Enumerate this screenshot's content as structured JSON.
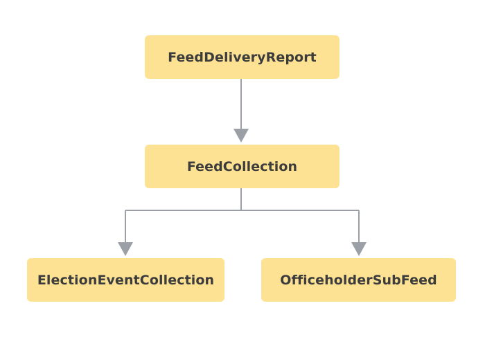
{
  "colors": {
    "node_fill": "#fde293",
    "connector": "#9aa0a6",
    "background": "#ffffff"
  },
  "nodes": {
    "feed_delivery_report": "FeedDeliveryReport",
    "feed_collection": "FeedCollection",
    "election_event_collection": "ElectionEventCollection",
    "officeholder_sub_feed": "OfficeholderSubFeed"
  },
  "edges": [
    {
      "from": "feed_delivery_report",
      "to": "feed_collection"
    },
    {
      "from": "feed_collection",
      "to": "election_event_collection"
    },
    {
      "from": "feed_collection",
      "to": "officeholder_sub_feed"
    }
  ]
}
